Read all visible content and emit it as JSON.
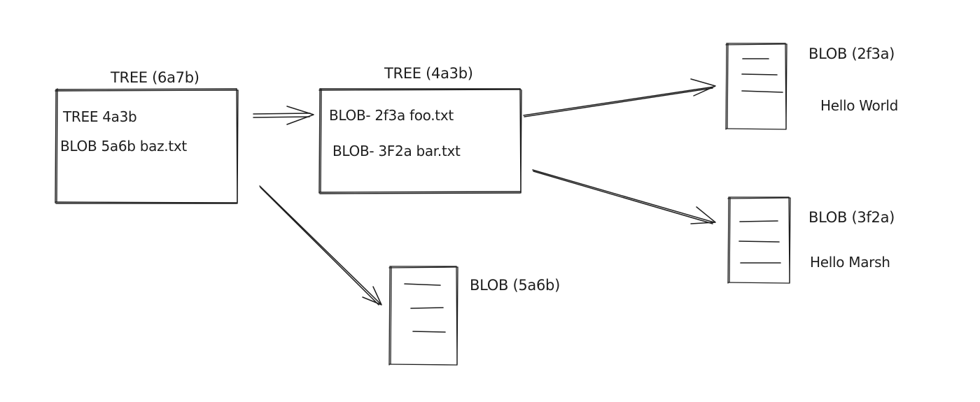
{
  "colors": {
    "ink": "#1e1e1e",
    "background": "#ffffff"
  },
  "root_tree": {
    "title": "TREE (6a7b)",
    "entries": [
      "TREE 4a3b",
      "BLOB 5a6b baz.txt"
    ]
  },
  "sub_tree": {
    "title": "TREE (4a3b)",
    "entries": [
      "BLOB- 2f3a foo.txt",
      "BLOB- 3F2a bar.txt"
    ]
  },
  "blob_2f3a": {
    "title": "BLOB (2f3a)",
    "content": "Hello World",
    "icon": "document-icon"
  },
  "blob_3f2a": {
    "title": "BLOB (3f2a)",
    "content": "Hello Marsh",
    "icon": "document-icon"
  },
  "blob_5a6b": {
    "title": "BLOB (5a6b)",
    "icon": "document-icon"
  }
}
